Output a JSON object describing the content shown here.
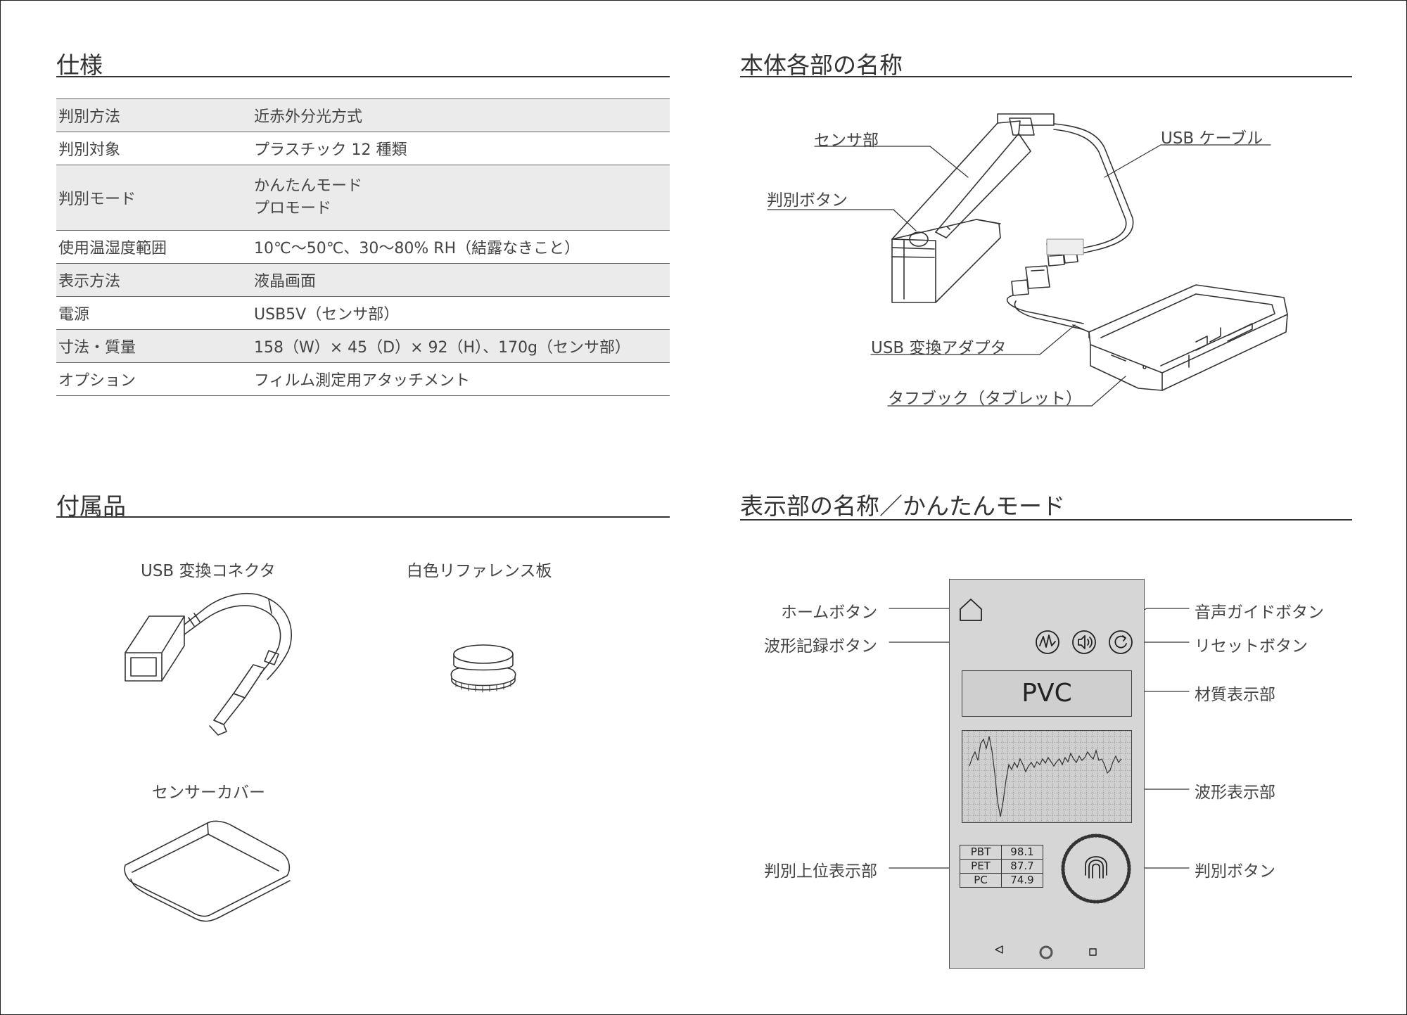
{
  "sections": {
    "spec": "仕様",
    "parts": "本体各部の名称",
    "accessories": "付属品",
    "display": "表示部の名称／かんたんモード"
  },
  "spec_table": [
    {
      "key": "判別方法",
      "value": "近赤外分光方式"
    },
    {
      "key": "判別対象",
      "value": "プラスチック 12 種類"
    },
    {
      "key": "判別モード",
      "value": "かんたんモード",
      "value2": "プロモード"
    },
    {
      "key": "使用温湿度範囲",
      "value": "10℃〜50℃、30〜80% RH（結露なきこと）"
    },
    {
      "key": "表示方法",
      "value": "液晶画面"
    },
    {
      "key": "電源",
      "value": "USB5V（センサ部）"
    },
    {
      "key": "寸法・質量",
      "value": "158（W）× 45（D）× 92（H）、170g（センサ部）"
    },
    {
      "key": "オプション",
      "value": "フィルム測定用アタッチメント"
    }
  ],
  "parts_labels": {
    "sensor": "センサ部",
    "button": "判別ボタン",
    "usb_cable": "USB ケーブル",
    "usb_adapter": "USB 変換アダプタ",
    "tablet": "タフブック（タブレット）"
  },
  "accessories": {
    "usb_connector": "USB 変換コネクタ",
    "white_reference": "白色リファレンス板",
    "sensor_cover": "センサーカバー"
  },
  "display_labels": {
    "home": "ホームボタン",
    "waveform_record": "波形記録ボタン",
    "voice_guide": "音声ガイドボタン",
    "reset": "リセットボタン",
    "material": "材質表示部",
    "waveform": "波形表示部",
    "ranking": "判別上位表示部",
    "judge": "判別ボタン"
  },
  "screen": {
    "material": "PVC",
    "ranking": [
      {
        "name": "PBT",
        "score": "98.1"
      },
      {
        "name": "PET",
        "score": "87.7"
      },
      {
        "name": "PC",
        "score": "74.9"
      }
    ]
  },
  "icons": [
    "home-icon",
    "waveform-icon",
    "speaker-icon",
    "reset-icon",
    "fingerprint-icon",
    "back-icon",
    "home-circle-icon",
    "recent-icon"
  ]
}
